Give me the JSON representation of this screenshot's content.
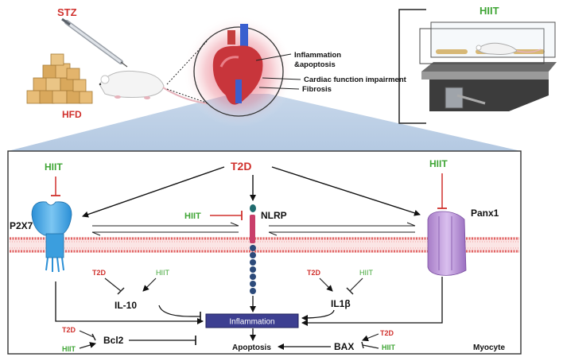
{
  "top": {
    "stz_label": "STZ",
    "hfd_label": "HFD",
    "hiit_label": "HIIT",
    "effects": [
      "Inflammation",
      "&apoptosis",
      "Cardiac function impairment",
      "Fibrosis"
    ]
  },
  "cell": {
    "t2d_top": "T2D",
    "hiit_left": "HIIT",
    "hiit_right": "HIIT",
    "hiit_nlrp": "HIIT",
    "p2x7": "P2X7",
    "nlrp": "NLRP",
    "panx1": "Panx1",
    "t2d_il10": "T2D",
    "hiit_il10": "HIIT",
    "il10": "IL-10",
    "t2d_il1b": "T2D",
    "hiit_il1b": "HIIT",
    "il1b": "IL1β",
    "inflammation": "Inflammation",
    "t2d_bcl2": "T2D",
    "hiit_bcl2": "HIIT",
    "bcl2": "Bcl2",
    "apoptosis": "Apoptosis",
    "bax": "BAX",
    "t2d_bax": "T2D",
    "hiit_bax": "HIIT",
    "myocyte": "Myocyte"
  },
  "colors": {
    "inhibitor_red": "#d0312d",
    "hiit_green": "#3fa535",
    "membrane_red": "#e06464",
    "inflammation_box": "#3d3f91"
  }
}
